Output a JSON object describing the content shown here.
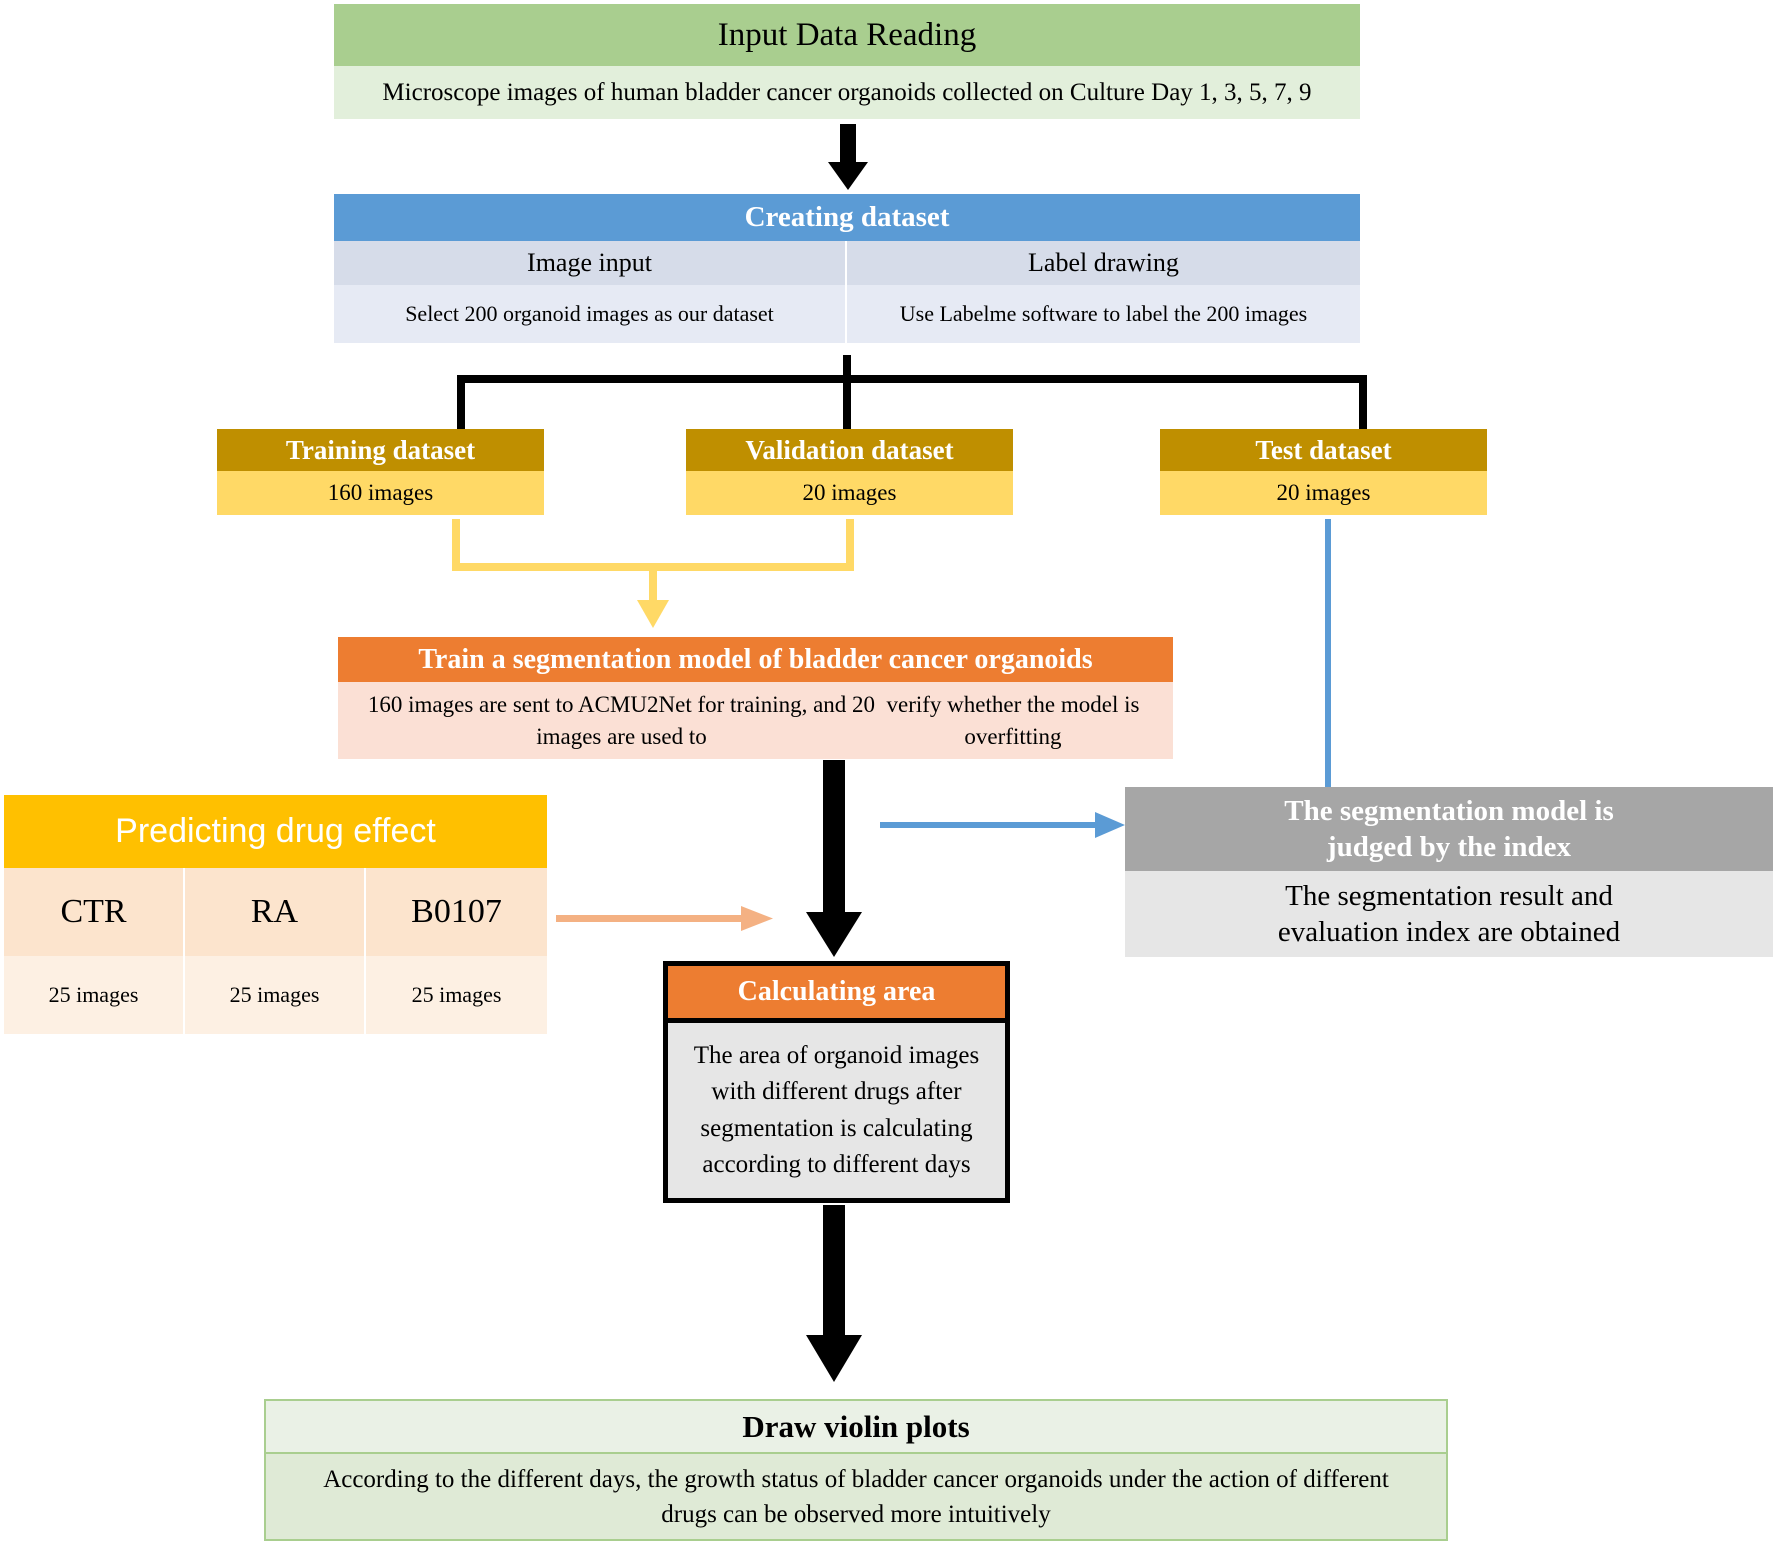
{
  "diagram": {
    "title": "Bladder cancer organoid segmentation pipeline",
    "colors": {
      "green_header": "#a9ce8f",
      "green_body": "#e2efdb",
      "blue_header": "#5b9bd5",
      "blue_sub": "#d6dce9",
      "blue_body": "#e6eaf4",
      "gold_header": "#bf8f00",
      "gold_body": "#ffd966",
      "orange_header": "#ed7d31",
      "orange_body": "#fbe0d5",
      "amber_header": "#ffc000",
      "amber_body": "#fce4cd",
      "gray_header": "#a6a6a6",
      "gray_body": "#e6e6e6",
      "arrow_black": "#000000",
      "arrow_gold": "#ffd966",
      "arrow_blue": "#5b9bd5",
      "arrow_peach": "#f4b183"
    }
  },
  "input_node": {
    "header": "Input Data Reading",
    "body": "Microscope images of human bladder cancer organoids collected on Culture Day 1, 3, 5, 7, 9"
  },
  "dataset_node": {
    "header": "Creating dataset",
    "columns": [
      {
        "title": "Image input",
        "text": "Select 200 organoid images as our dataset"
      },
      {
        "title": "Label drawing",
        "text": "Use Labelme software to label the 200 images"
      }
    ]
  },
  "splits": [
    {
      "header": "Training dataset",
      "count": "160 images"
    },
    {
      "header": "Validation dataset",
      "count": "20 images"
    },
    {
      "header": "Test dataset",
      "count": "20 images"
    }
  ],
  "train_model_node": {
    "header": "Train a segmentation model of bladder cancer organoids",
    "body_line1": "160 images are sent to ACMU2Net for training, and 20 images are used to",
    "body_line2": "verify whether the model is overfitting"
  },
  "drug_node": {
    "header": "Predicting drug effect",
    "groups": [
      {
        "name": "CTR",
        "count": "25 images"
      },
      {
        "name": "RA",
        "count": "25 images"
      },
      {
        "name": "B0107",
        "count": "25 images"
      }
    ]
  },
  "index_node": {
    "header_line1": "The segmentation model is",
    "header_line2": "judged by the index",
    "body_line1": "The segmentation result and",
    "body_line2": "evaluation index are obtained"
  },
  "calc_node": {
    "header": "Calculating area",
    "body_line1": "The area of organoid images",
    "body_line2": "with different drugs after",
    "body_line3": "segmentation is calculating",
    "body_line4": "according to different days"
  },
  "violin_node": {
    "header": "Draw violin plots",
    "body_line1": "According to the different days, the growth status of bladder cancer organoids under the action of different",
    "body_line2": "drugs can be observed more intuitively"
  }
}
